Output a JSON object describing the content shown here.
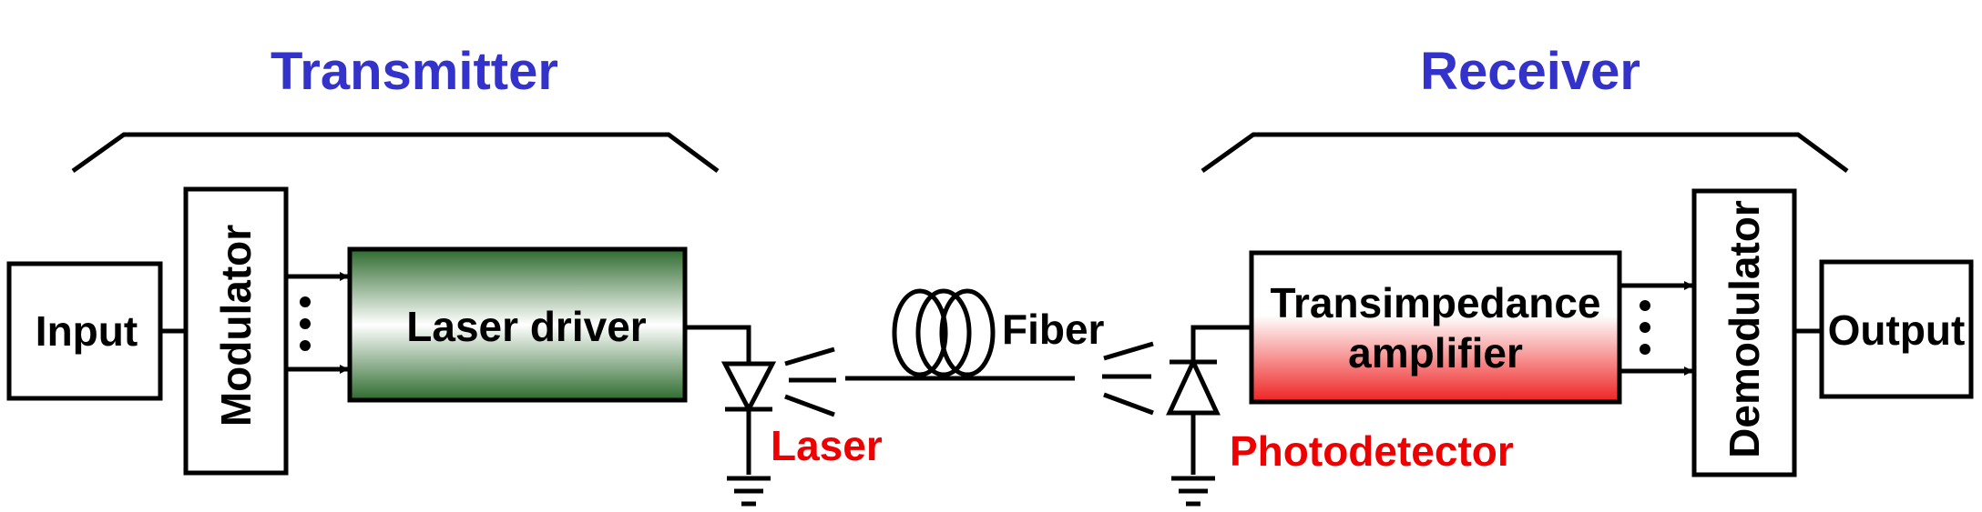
{
  "titles": {
    "transmitter": "Transmitter",
    "receiver": "Receiver"
  },
  "blocks": {
    "input": "Input",
    "modulator": "Modulator",
    "laser_driver": "Laser driver",
    "tia_line1": "Transimpedance",
    "tia_line2": "amplifier",
    "demodulator": "Demodulator",
    "output": "Output"
  },
  "labels": {
    "laser": "Laser",
    "fiber": "Fiber",
    "photodetector": "Photodetector"
  },
  "colors": {
    "title": "#3333cc",
    "accent_red": "#ee0000",
    "driver_green": "#2e6b2e",
    "tia_red": "#ee2222",
    "stroke": "#000000"
  }
}
